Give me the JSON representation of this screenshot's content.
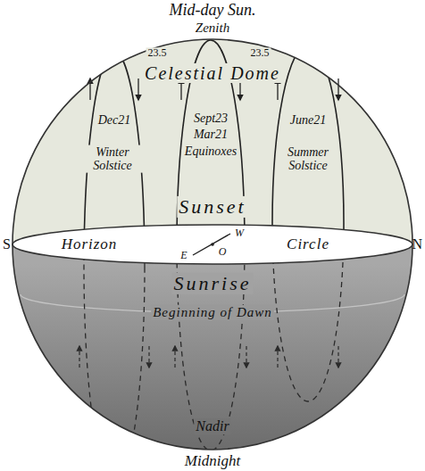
{
  "diagram": {
    "labels": [
      "Mid-day Sun.",
      "Zenith",
      "23.5",
      "23.5",
      "Celestial Dome",
      "Dec21",
      "Winter Solstice",
      "Sept23",
      "Mar21",
      "Equinoxes",
      "June21",
      "Summer Solstice",
      "Sunset",
      "S",
      "Horizon",
      "Circle",
      "N",
      "W",
      "O",
      "E",
      "Sunrise",
      "Beginning of Dawn",
      "Nadir",
      "Midnight"
    ]
  }
}
